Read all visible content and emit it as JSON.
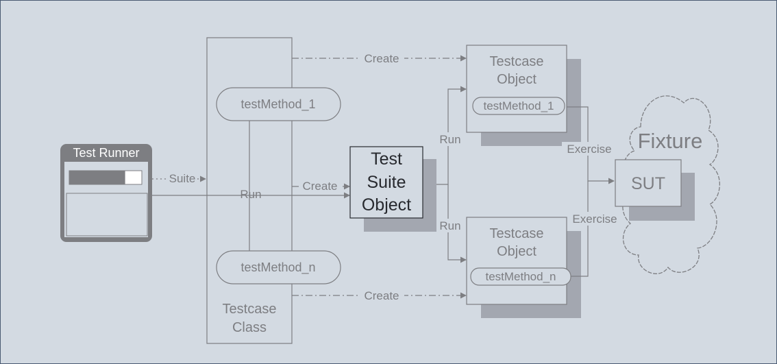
{
  "test_runner": {
    "title": "Test Runner",
    "progress": 0.77
  },
  "testcase_class": {
    "name_line1": "Testcase",
    "name_line2": "Class",
    "method_first": "testMethod_1",
    "method_last": "testMethod_n"
  },
  "test_suite": {
    "line1": "Test",
    "line2": "Suite",
    "line3": "Object"
  },
  "testcase_object_top": {
    "line1": "Testcase",
    "line2": "Object",
    "method": "testMethod_1"
  },
  "testcase_object_bottom": {
    "line1": "Testcase",
    "line2": "Object",
    "method": "testMethod_n"
  },
  "fixture": {
    "label": "Fixture",
    "sut": "SUT"
  },
  "labels": {
    "suite": "Suite",
    "run_main": "Run",
    "create_suite": "Create",
    "create_top": "Create",
    "create_bottom": "Create",
    "run_top": "Run",
    "run_bottom": "Run",
    "exercise_top": "Exercise",
    "exercise_bottom": "Exercise"
  },
  "colors": {
    "background": "#d3dae2",
    "stroke": "#7d7e82",
    "shadow": "#a3a7b0",
    "progress_fill": "#7d7e82",
    "dark_text": "#27292e"
  }
}
